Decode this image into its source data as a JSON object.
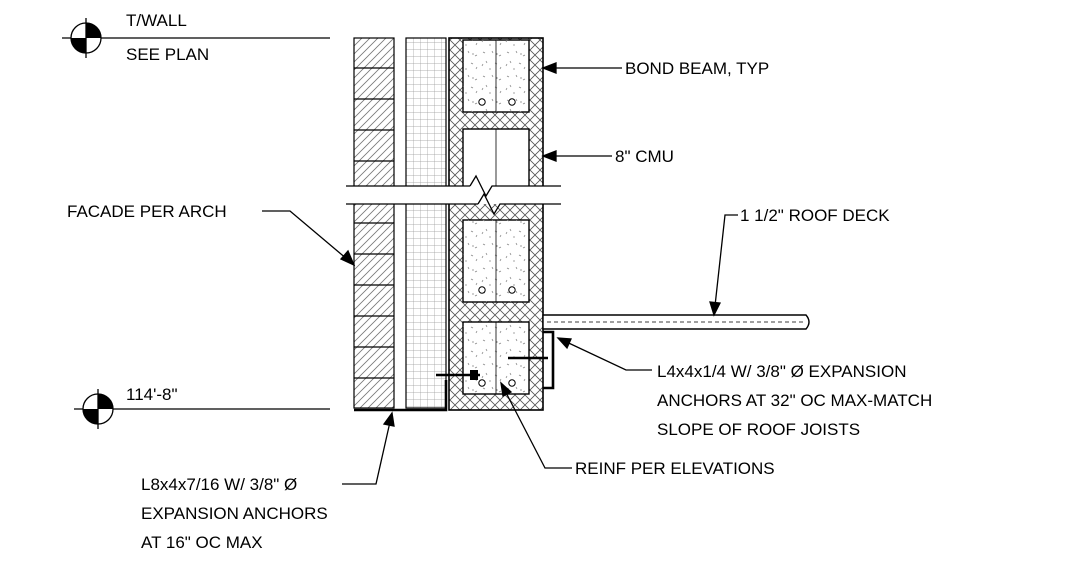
{
  "callouts": {
    "twall_line1": "T/WALL",
    "twall_line2": "SEE PLAN",
    "elevation": "114'-8\"",
    "bond_beam": "BOND BEAM, TYP",
    "cmu": "8\" CMU",
    "facade": "FACADE PER ARCH",
    "roof_deck": "1 1/2\" ROOF DECK",
    "angle_roof_line1": "L4x4x1/4  W/ 3/8\" Ø EXPANSION",
    "angle_roof_line2": "ANCHORS AT 32\" OC MAX-MATCH",
    "angle_roof_line3": "SLOPE OF ROOF JOISTS",
    "reinf": "REINF PER ELEVATIONS",
    "angle_facade_line1": "L8x4x7/16  W/ 3/8\" Ø",
    "angle_facade_line2": "EXPANSION ANCHORS",
    "angle_facade_line3": "AT 16\" OC MAX"
  }
}
